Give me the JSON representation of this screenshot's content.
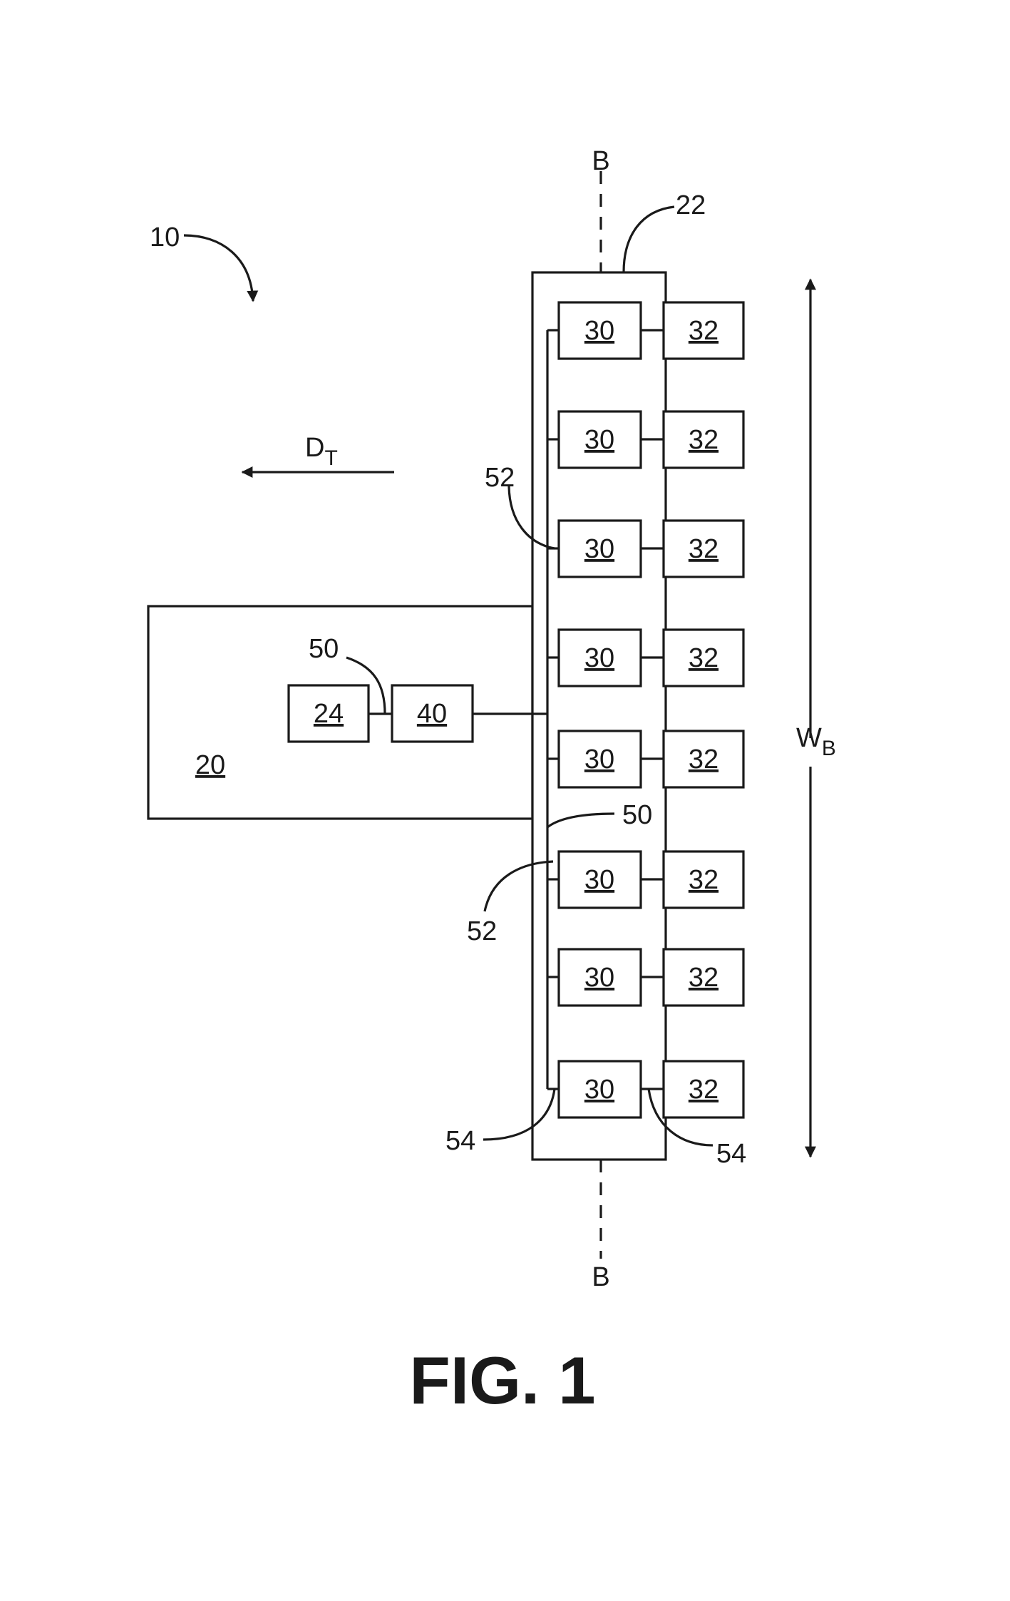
{
  "figure": {
    "caption": "FIG. 1",
    "ref_system": "10",
    "ref_vehicle": "20",
    "ref_bar": "22",
    "ref_controller": "24",
    "ref_module": "40",
    "ref_bus_top": "50",
    "ref_bus_mid": "50",
    "ref_branch_upper": "52",
    "ref_branch_lower": "52",
    "ref_end_left": "54",
    "ref_end_right": "54",
    "axis_top": "B",
    "axis_bottom": "B",
    "direction_main": "D",
    "direction_sub": "T",
    "width_main": "W",
    "width_sub": "B",
    "unit_pairs": [
      {
        "inner": "30",
        "outer": "32"
      },
      {
        "inner": "30",
        "outer": "32"
      },
      {
        "inner": "30",
        "outer": "32"
      },
      {
        "inner": "30",
        "outer": "32"
      },
      {
        "inner": "30",
        "outer": "32"
      },
      {
        "inner": "30",
        "outer": "32"
      },
      {
        "inner": "30",
        "outer": "32"
      },
      {
        "inner": "30",
        "outer": "32"
      }
    ]
  }
}
